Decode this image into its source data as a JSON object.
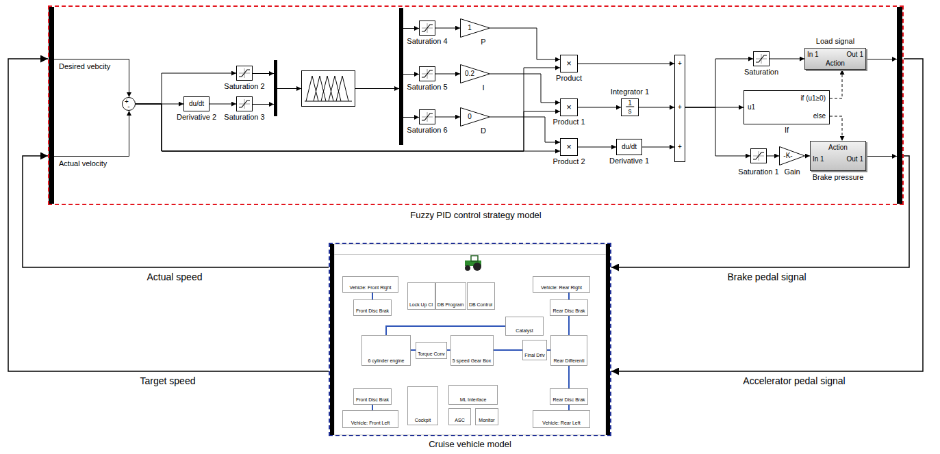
{
  "diagram": {
    "nodes": [
      {
        "text": [
          "Fuzzy PID control strategy model"
        ]
      },
      {
        "text": [
          "+",
          "-"
        ],
        "in": 0
      },
      {
        "text": [
          "du/dt",
          "Derivative 2"
        ],
        "in": 0
      },
      {
        "text": [
          "Saturation 2"
        ],
        "in": 0
      },
      {
        "text": [
          "Saturation 3"
        ],
        "in": 0
      },
      {
        "text": [
          "Saturation 4"
        ],
        "in": 0
      },
      {
        "text": [
          "Saturation 5"
        ],
        "in": 0
      },
      {
        "text": [
          "Saturation 6"
        ],
        "in": 0
      },
      {
        "text": [
          "1",
          "P"
        ],
        "in": 0
      },
      {
        "text": [
          "0.2",
          "I"
        ],
        "in": 0
      },
      {
        "text": [
          "0",
          "D"
        ],
        "in": 0
      },
      {
        "text": [
          "×",
          "Product"
        ],
        "in": 0
      },
      {
        "text": [
          "×",
          "Product 1"
        ],
        "in": 0
      },
      {
        "text": [
          "×",
          "Product 2"
        ],
        "in": 0
      },
      {
        "text": [
          "Integrator 1",
          "1",
          "s"
        ],
        "in": 0
      },
      {
        "text": [
          "du/dt",
          "Derivative 1"
        ],
        "in": 0
      },
      {
        "text": [
          "+",
          "+",
          "+"
        ],
        "in": 0
      },
      {
        "text": [
          "Saturation"
        ],
        "in": 0
      },
      {
        "text": [
          "u1",
          "if (u1≥0)",
          "else",
          "If"
        ],
        "in": 0
      },
      {
        "text": [
          "Saturation 1"
        ],
        "in": 0
      },
      {
        "text": [
          "-K-",
          "Gain"
        ],
        "in": 0
      },
      {
        "text": [
          "Load signal",
          "In 1",
          "Out 1",
          "Action"
        ],
        "in": 0
      },
      {
        "text": [
          "Action",
          "In 1",
          "Out 1",
          "Brake pressure"
        ],
        "in": 0
      },
      {
        "text": [
          "Cruise vehicle model"
        ]
      },
      {
        "text": [
          "Vehicle: Front Right"
        ],
        "in": 23
      },
      {
        "text": [
          "Front Disc Brak"
        ],
        "in": 23
      },
      {
        "text": [
          "Lock Up Cl"
        ],
        "in": 23
      },
      {
        "text": [
          "DB Program"
        ],
        "in": 23
      },
      {
        "text": [
          "DB Control"
        ],
        "in": 23
      },
      {
        "text": [
          "Vehicle: Rear Right"
        ],
        "in": 23
      },
      {
        "text": [
          "Rear Disc Brak"
        ],
        "in": 23
      },
      {
        "text": [
          "Catalyst"
        ],
        "in": 23
      },
      {
        "text": [
          "6 cylinder engine"
        ],
        "in": 23
      },
      {
        "text": [
          "Torque Conv"
        ],
        "in": 23
      },
      {
        "text": [
          "5 speed Gear Box"
        ],
        "in": 23
      },
      {
        "text": [
          "Final Driv"
        ],
        "in": 23
      },
      {
        "text": [
          "Rear Differenti"
        ],
        "in": 23
      },
      {
        "text": [
          "Front Disc Brak"
        ],
        "in": 23
      },
      {
        "text": [
          "Cockpit"
        ],
        "in": 23
      },
      {
        "text": [
          "ML Interface"
        ],
        "in": 23
      },
      {
        "text": [
          "ASC"
        ],
        "in": 23
      },
      {
        "text": [
          "Monitor"
        ],
        "in": 23
      },
      {
        "text": [
          "Rear Disc Brak"
        ],
        "in": 23
      },
      {
        "text": [
          "Vehicle: Front Left"
        ],
        "in": 23
      },
      {
        "text": [
          "Vehicle: Rear Left"
        ],
        "in": 23
      }
    ],
    "edges": [
      {
        "from": 1,
        "to": 2,
        "arrow": "to"
      },
      {
        "from": 1,
        "to": 3,
        "arrow": "to"
      },
      {
        "from": 2,
        "to": 4,
        "arrow": "to"
      },
      {
        "from": 5,
        "to": 8,
        "arrow": "to"
      },
      {
        "from": 6,
        "to": 9,
        "arrow": "to"
      },
      {
        "from": 7,
        "to": 10,
        "arrow": "to"
      },
      {
        "from": 8,
        "to": 11,
        "arrow": "to"
      },
      {
        "from": 9,
        "to": 12,
        "arrow": "to"
      },
      {
        "from": 10,
        "to": 13,
        "arrow": "to"
      },
      {
        "from": 1,
        "to": 11,
        "arrow": "to"
      },
      {
        "from": 1,
        "to": 12,
        "arrow": "to"
      },
      {
        "from": 1,
        "to": 13,
        "arrow": "to"
      },
      {
        "from": 11,
        "to": 16,
        "arrow": "to"
      },
      {
        "from": 12,
        "to": 14,
        "arrow": "to"
      },
      {
        "from": 14,
        "to": 16,
        "arrow": "to"
      },
      {
        "from": 13,
        "to": 15,
        "arrow": "to"
      },
      {
        "from": 15,
        "to": 16,
        "arrow": "to"
      },
      {
        "from": 16,
        "to": 17,
        "arrow": "to"
      },
      {
        "from": 16,
        "to": 18,
        "arrow": "to"
      },
      {
        "from": 16,
        "to": 19,
        "arrow": "to"
      },
      {
        "from": 17,
        "to": 21,
        "arrow": "to"
      },
      {
        "from": 18,
        "to": 21,
        "arrow": "to"
      },
      {
        "from": 18,
        "to": 22,
        "arrow": "to"
      },
      {
        "from": 19,
        "to": 20,
        "arrow": "to"
      },
      {
        "from": 20,
        "to": 22,
        "arrow": "to"
      },
      {
        "from": 23,
        "to": 0,
        "label": "Actual speed",
        "arrow": "to"
      },
      {
        "from": 23,
        "to": 0,
        "label": "Target speed",
        "arrow": "to"
      },
      {
        "from": 0,
        "to": 23,
        "label": "Brake pedal signal",
        "arrow": "to"
      },
      {
        "from": 0,
        "to": 23,
        "label": "Accelerator pedal signal",
        "arrow": "to"
      },
      {
        "from": 24,
        "to": 25,
        "arrow": "none"
      },
      {
        "from": 29,
        "to": 30,
        "arrow": "none"
      },
      {
        "from": 30,
        "to": 36,
        "arrow": "none"
      },
      {
        "from": 36,
        "to": 42,
        "arrow": "none"
      },
      {
        "from": 42,
        "to": 44,
        "arrow": "none"
      },
      {
        "from": 37,
        "to": 43,
        "arrow": "none"
      },
      {
        "from": 32,
        "to": 33,
        "arrow": "none"
      },
      {
        "from": 33,
        "to": 34,
        "arrow": "none"
      },
      {
        "from": 34,
        "to": 35,
        "arrow": "none"
      },
      {
        "from": 35,
        "to": 36,
        "arrow": "none"
      },
      {
        "from": 32,
        "to": 31,
        "arrow": "none"
      }
    ],
    "labels": [
      "Desired vebcity",
      "Actual velocity"
    ]
  }
}
